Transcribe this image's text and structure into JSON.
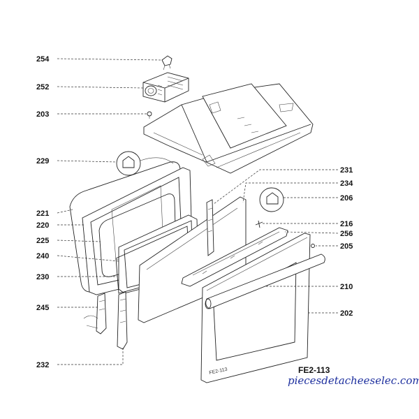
{
  "diagram": {
    "code": "FE2-113",
    "door_marking": "FE2-113",
    "watermark": "piecesdetacheeselec.com",
    "labels": [
      {
        "id": "254",
        "text": "254"
      },
      {
        "id": "252",
        "text": "252"
      },
      {
        "id": "203",
        "text": "203"
      },
      {
        "id": "229",
        "text": "229"
      },
      {
        "id": "221",
        "text": "221"
      },
      {
        "id": "220",
        "text": "220"
      },
      {
        "id": "225",
        "text": "225"
      },
      {
        "id": "240",
        "text": "240"
      },
      {
        "id": "230",
        "text": "230"
      },
      {
        "id": "245",
        "text": "245"
      },
      {
        "id": "232",
        "text": "232"
      },
      {
        "id": "231",
        "text": "231"
      },
      {
        "id": "234",
        "text": "234"
      },
      {
        "id": "206",
        "text": "206"
      },
      {
        "id": "216",
        "text": "216"
      },
      {
        "id": "256",
        "text": "256"
      },
      {
        "id": "205",
        "text": "205"
      },
      {
        "id": "210",
        "text": "210"
      },
      {
        "id": "202",
        "text": "202"
      }
    ]
  }
}
